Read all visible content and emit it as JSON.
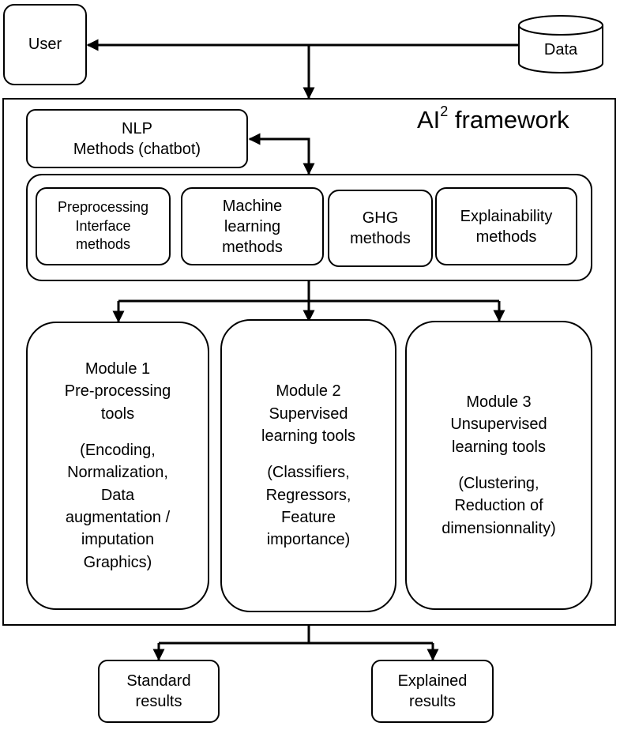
{
  "nodes": {
    "user": {
      "label": "User"
    },
    "data": {
      "label": "Data"
    },
    "framework": {
      "title_main": "AI",
      "title_sup": "2",
      "title_rest": " framework"
    },
    "nlp": {
      "lines": [
        "NLP",
        "Methods (chatbot)"
      ]
    },
    "preprocessing": {
      "lines": [
        "Preprocessing",
        "Interface",
        "methods"
      ]
    },
    "machine_learning": {
      "lines": [
        "Machine",
        "learning",
        "methods"
      ]
    },
    "ghg": {
      "lines": [
        "GHG",
        "methods"
      ]
    },
    "explainability": {
      "lines": [
        "Explainability",
        "methods"
      ]
    },
    "module1": {
      "lines": [
        "Module 1",
        "Pre-processing",
        "tools",
        "",
        "(Encoding,",
        "Normalization,",
        "Data",
        "augmentation /",
        "imputation",
        "Graphics)"
      ]
    },
    "module2": {
      "lines": [
        "Module 2",
        "Supervised",
        "learning tools",
        "",
        "(Classifiers,",
        "Regressors,",
        "Feature",
        "importance)"
      ]
    },
    "module3": {
      "lines": [
        "Module 3",
        "Unsupervised",
        "learning tools",
        "",
        "(Clustering,",
        "Reduction of",
        "dimensionnality)"
      ]
    },
    "standard_results": {
      "lines": [
        "Standard",
        "results"
      ]
    },
    "explained_results": {
      "lines": [
        "Explained",
        "results"
      ]
    }
  }
}
